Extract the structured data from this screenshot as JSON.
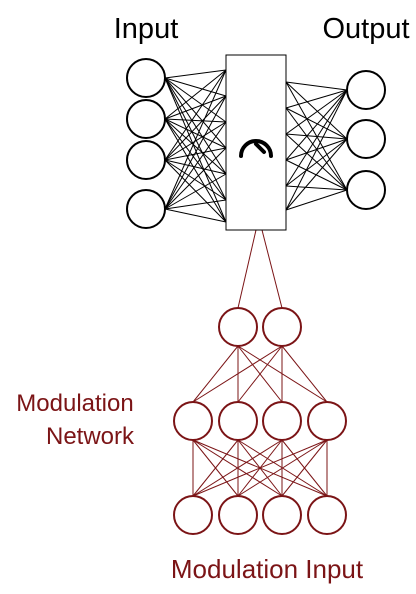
{
  "labels": {
    "input": "Input",
    "output": "Output",
    "modulation_network_line1": "Modulation",
    "modulation_network_line2": "Network",
    "modulation_input": "Modulation Input"
  },
  "colors": {
    "main": "#000000",
    "modulation": "#7b1416",
    "background": "#ffffff"
  },
  "icons": {
    "gauge": "gauge-icon"
  },
  "network": {
    "input_nodes": 4,
    "output_nodes": 3,
    "modulation_layers": [
      2,
      4,
      4
    ]
  }
}
